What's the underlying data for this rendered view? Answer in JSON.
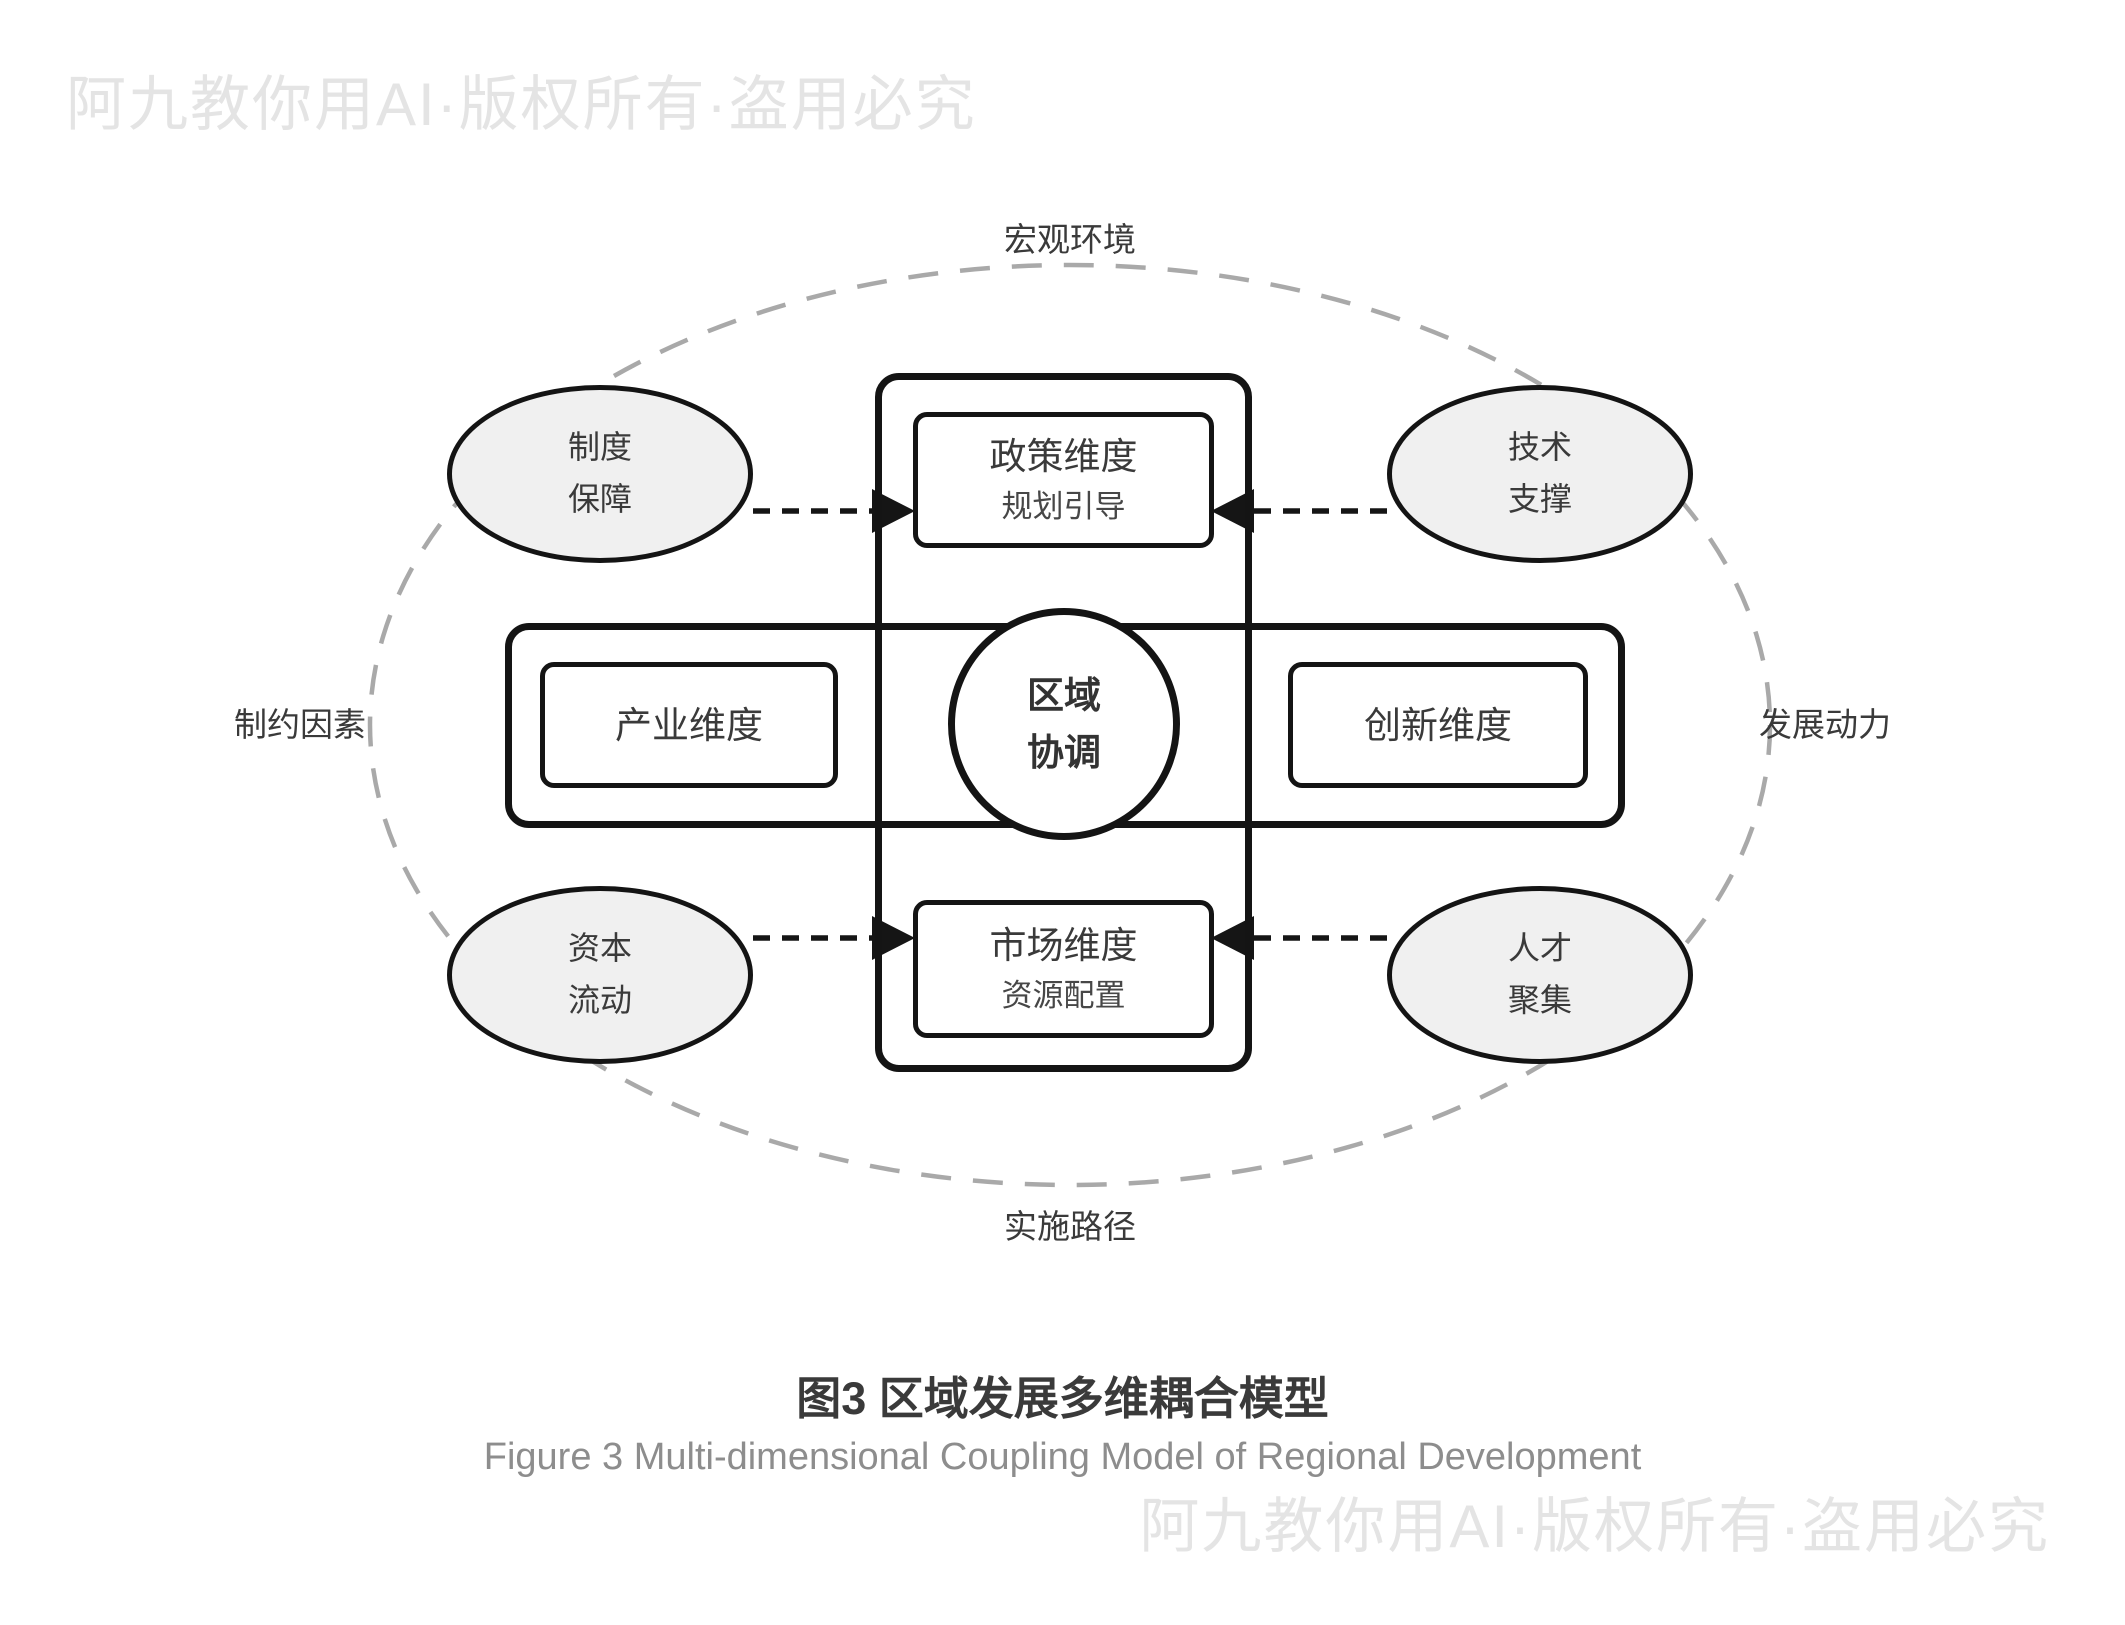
{
  "watermark": {
    "text": "阿九教你用AI·版权所有·盗用必究"
  },
  "orbit": {
    "top": "宏观环境",
    "bottom": "实施路径",
    "left": "制约因素",
    "right": "发展动力"
  },
  "center_circle": {
    "line1": "区域",
    "line2": "协调"
  },
  "boxes": {
    "policy": {
      "title": "政策维度",
      "subtitle": "规划引导"
    },
    "market": {
      "title": "市场维度",
      "subtitle": "资源配置"
    },
    "industry": {
      "title": "产业维度"
    },
    "innovation": {
      "title": "创新维度"
    }
  },
  "ellipses": {
    "institution": {
      "line1": "制度",
      "line2": "保障"
    },
    "technology": {
      "line1": "技术",
      "line2": "支撑"
    },
    "capital": {
      "line1": "资本",
      "line2": "流动"
    },
    "talent": {
      "line1": "人才",
      "line2": "聚集"
    }
  },
  "caption": {
    "title": "图3 区域发展多维耦合模型",
    "subtitle": "Figure 3 Multi-dimensional Coupling Model of Regional Development"
  },
  "colors": {
    "border": "#141414",
    "ellipse_fill": "#f0f0f0",
    "dashed_orbit": "#a9a9a9",
    "shape_text": "#3a3a3a",
    "caption_subtitle": "#8d8d8d",
    "watermark": "#e4e4e4"
  }
}
